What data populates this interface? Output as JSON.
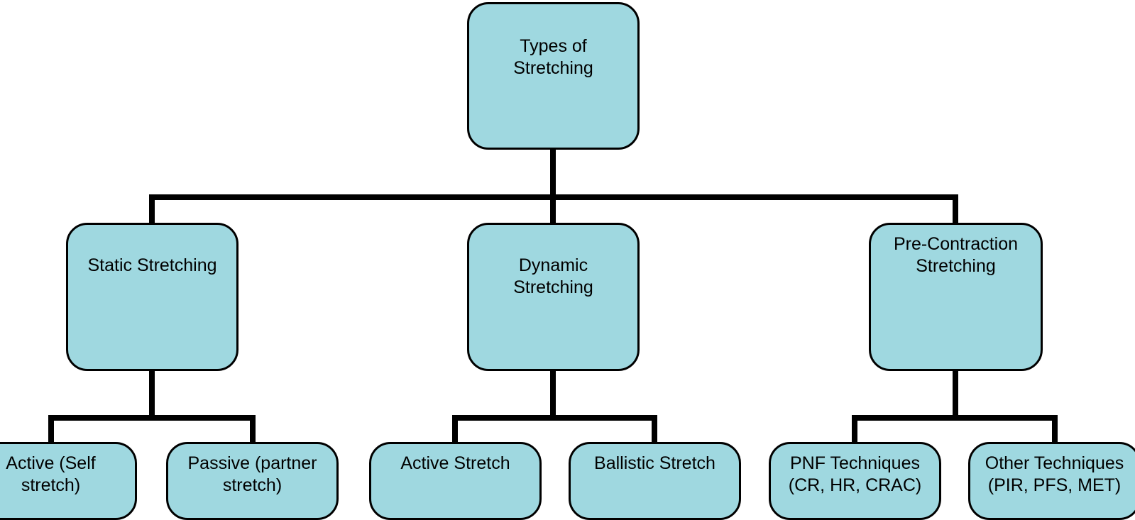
{
  "diagram": {
    "root": {
      "line1": "Types of",
      "line2": "Stretching"
    },
    "categories": [
      {
        "line1": "Static Stretching",
        "line2": ""
      },
      {
        "line1": "Dynamic",
        "line2": "Stretching"
      },
      {
        "line1": "Pre-Contraction",
        "line2": "Stretching"
      }
    ],
    "techniques": [
      {
        "line1": "Active (Self",
        "line2": "stretch)"
      },
      {
        "line1": "Passive (partner",
        "line2": "stretch)"
      },
      {
        "line1": "Active Stretch",
        "line2": ""
      },
      {
        "line1": "Ballistic Stretch",
        "line2": ""
      },
      {
        "line1": "PNF Techniques",
        "line2": "(CR, HR, CRAC)"
      },
      {
        "line1": "Other Techniques",
        "line2": "(PIR, PFS, MET)"
      }
    ],
    "colors": {
      "box_fill": "#9fd8e0",
      "box_border": "#000000",
      "connector": "#000000"
    }
  }
}
